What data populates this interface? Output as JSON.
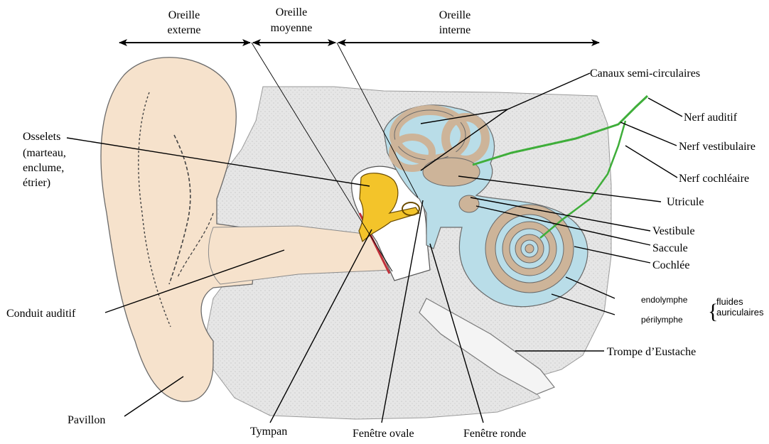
{
  "regions": {
    "externe": [
      "Oreille",
      "externe"
    ],
    "moyenne": [
      "Oreille",
      "moyenne"
    ],
    "interne": [
      "Oreille",
      "interne"
    ]
  },
  "labels": {
    "canaux": "Canaux semi-circulaires",
    "nerf_auditif": "Nerf auditif",
    "nerf_vestibulaire": "Nerf vestibulaire",
    "nerf_cochleaire": "Nerf cochléaire",
    "utricule": "Utricule",
    "vestibule": "Vestibule",
    "saccule": "Saccule",
    "cochlee": "Cochlée",
    "endolymphe": "endolymphe",
    "perilymphe": "périlymphe",
    "fluides": [
      "fluides",
      "auriculaires"
    ],
    "trompe": "Trompe d’Eustache",
    "osselets": [
      "Osselets",
      "(marteau,",
      "enclume,",
      "étrier)"
    ],
    "conduit": "Conduit auditif",
    "pavillon": "Pavillon",
    "tympan": "Tympan",
    "fenetre_ovale": "Fenêtre ovale",
    "fenetre_ronde": "Fenêtre ronde"
  },
  "colors": {
    "skin": "#f6e2cc",
    "bone": "#e4e4e4",
    "fluid": "#b9dde8",
    "labyrinth": "#cdb499",
    "ossicles": "#f3c42a",
    "nerve": "#3fae3a",
    "tympan": "#c0303a"
  }
}
